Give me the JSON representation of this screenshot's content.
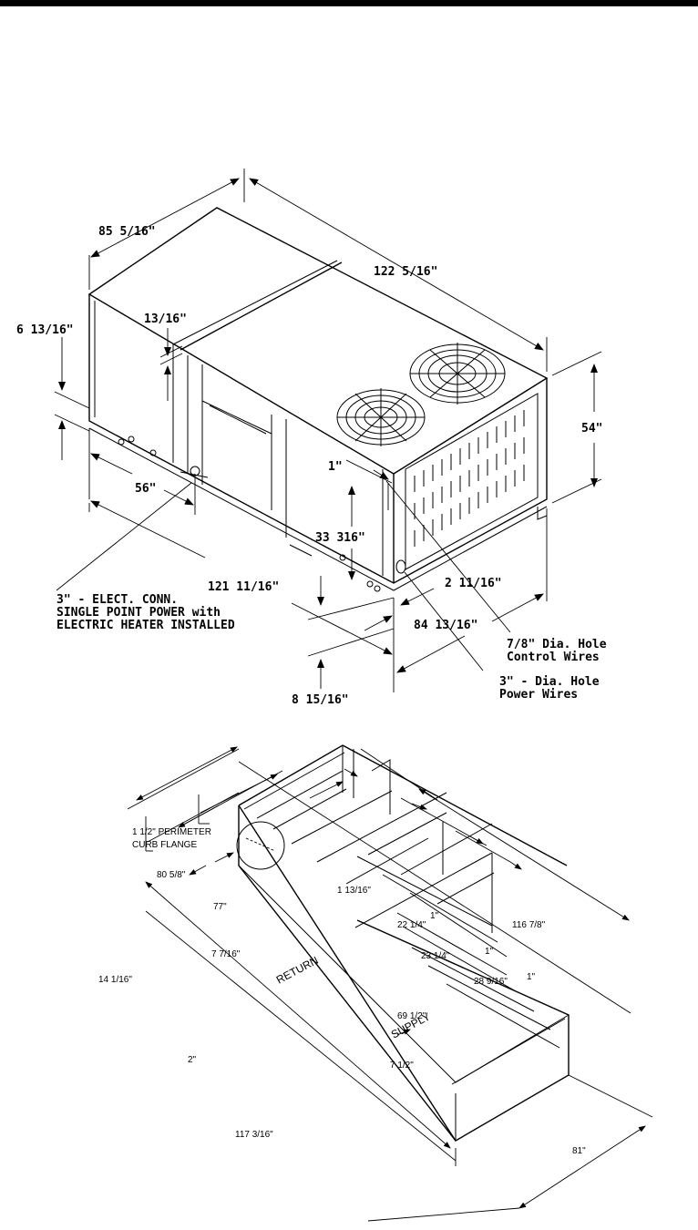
{
  "unit_drawing": {
    "dims": {
      "d_85_5_16": "85  5/16\"",
      "d_122_5_16": "122  5/16\"",
      "d_6_13_16": "6  13/16\"",
      "d_13_16": "13/16\"",
      "d_54": "54\"",
      "d_56": "56\"",
      "d_1": "1\"",
      "d_33_316": "33  316\"",
      "d_121_11_16": "121  11/16\"",
      "d_2_11_16": "2  11/16\"",
      "d_84_13_16": "84  13/16\"",
      "d_8_15_16": "8  15/16\""
    },
    "notes": {
      "elect_line1": "3\"  -  ELECT.  CONN.",
      "elect_line2": "SINGLE POINT POWER with",
      "elect_line3": "ELECTRIC HEATER INSTALLED",
      "control_line1": "7/8\"  Dia.  Hole",
      "control_line2": "Control Wires",
      "power_line1": "3\"  -  Dia.  Hole",
      "power_line2": "Power Wires"
    }
  },
  "curb_drawing": {
    "title_line1": "1 1/2\" PERIMETER",
    "title_line2": "CURB FLANGE",
    "dims": {
      "d_80_5_8": "80 5/8\"",
      "d_77": "77\"",
      "d_1_13_16": "1 13/16\"",
      "d_22_1_4": "22 1/4\"",
      "d_1_a": "1\"",
      "d_23_1_4": "23 1/4\"",
      "d_1_b": "1\"",
      "d_116_7_8": "116 7/8\"",
      "d_7_7_16": "7 7/16\"",
      "d_14_1_16": "14 1/16\"",
      "d_28_9_16": "28 9/16\"",
      "d_1_c": "1\"",
      "d_69_1_2": "69 1/2\"",
      "d_2": "2\"",
      "d_7_1_2": "7 1/2\"",
      "d_117_3_16": "117 3/16\"",
      "d_81": "81\""
    },
    "labels": {
      "return": "RETURN",
      "supply": "SUPPLY"
    }
  }
}
